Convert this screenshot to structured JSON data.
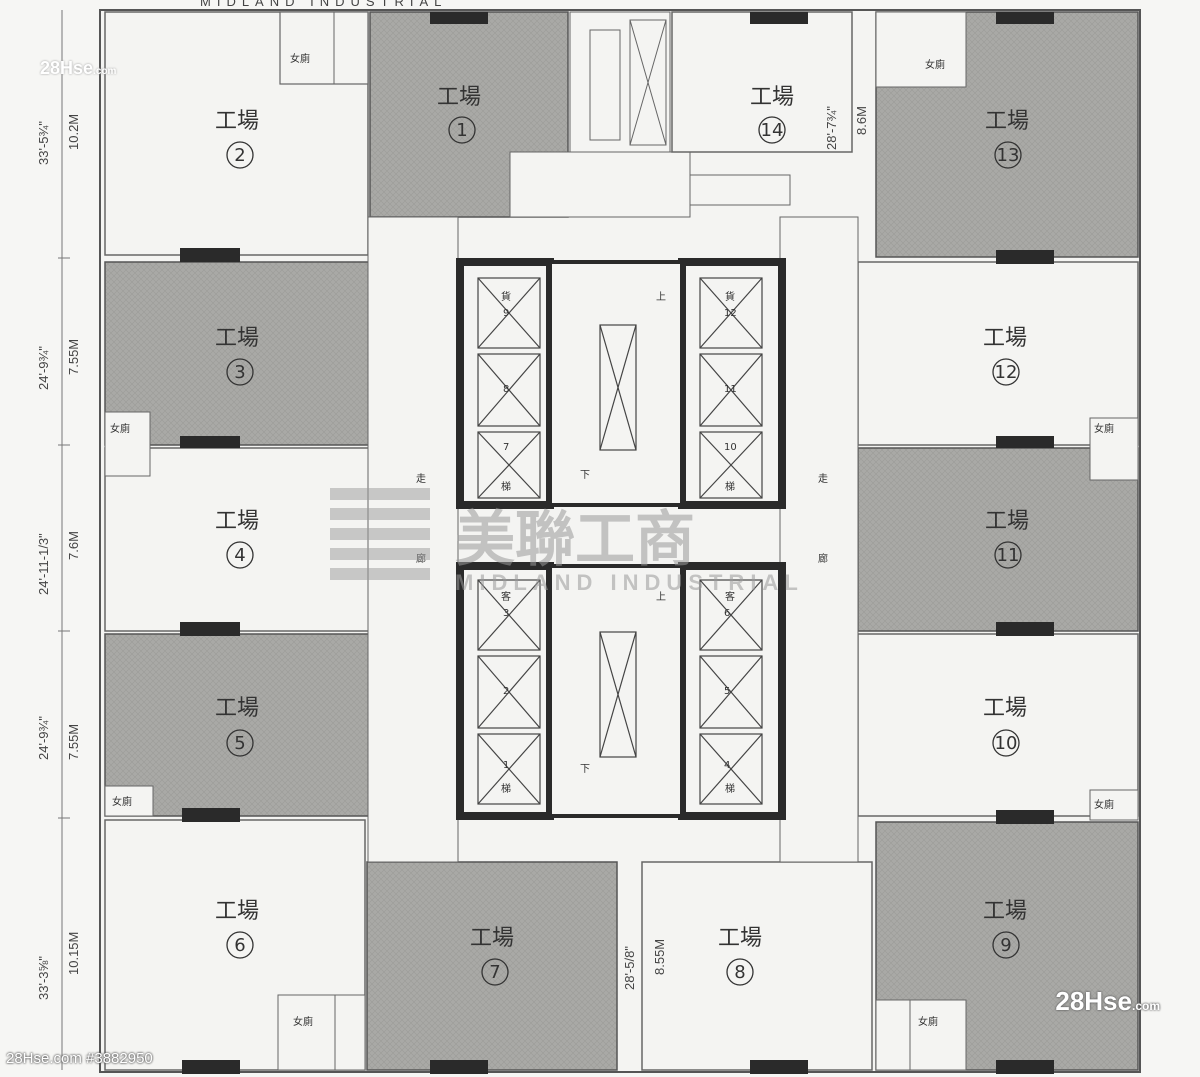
{
  "header_text": "MIDLAND INDUSTRIAL",
  "watermark": {
    "cn": "美聯工商",
    "en": "MIDLAND INDUSTRIAL"
  },
  "units": [
    {
      "id": "2",
      "label": "工場",
      "num": "2"
    },
    {
      "id": "1",
      "label": "工場",
      "num": "1"
    },
    {
      "id": "14",
      "label": "工場",
      "num": "14"
    },
    {
      "id": "13",
      "label": "工場",
      "num": "13"
    },
    {
      "id": "3",
      "label": "工場",
      "num": "3"
    },
    {
      "id": "12",
      "label": "工場",
      "num": "12"
    },
    {
      "id": "4",
      "label": "工場",
      "num": "4"
    },
    {
      "id": "11",
      "label": "工場",
      "num": "11"
    },
    {
      "id": "5",
      "label": "工場",
      "num": "5"
    },
    {
      "id": "10",
      "label": "工場",
      "num": "10"
    },
    {
      "id": "6",
      "label": "工場",
      "num": "6"
    },
    {
      "id": "7",
      "label": "工場",
      "num": "7"
    },
    {
      "id": "8",
      "label": "工場",
      "num": "8"
    },
    {
      "id": "9",
      "label": "工場",
      "num": "9"
    }
  ],
  "dimensions": {
    "left": [
      "33'-5¾\"",
      "10.2M",
      "24'-9¾\"",
      "7.55M",
      "24'-11-1/3\"",
      "7.6M",
      "24'-9¾\"",
      "7.55M",
      "33'-3⅝\"",
      "10.15M"
    ],
    "top_right": [
      "28'-7¾\"",
      "8.6M"
    ],
    "bottom_mid": [
      "28'-5/8\"",
      "8.55M"
    ]
  },
  "toilet_label": "女廁",
  "lift_numbers": [
    "9",
    "8",
    "7",
    "12",
    "11",
    "10",
    "3",
    "2",
    "1",
    "6",
    "5",
    "4"
  ],
  "lift_top_labels": [
    "貨",
    "客",
    "貨",
    "客"
  ],
  "lift_bottom_labels": [
    "梯",
    "梯",
    "梯",
    "梯"
  ],
  "stair_labels": {
    "up": "上",
    "down": "下"
  },
  "corridor_labels": {
    "left": "走",
    "left2": "廊",
    "right": "走",
    "right2": "廊"
  },
  "credit": "28Hse.com #3882950",
  "logo": "28Hse",
  "logo_suffix": ".com",
  "colors": {
    "dark_unit": "#a9a9a6",
    "light_unit": "#f4f4f2",
    "wall": "#2a2a2a",
    "core": "#3a3a3a"
  }
}
